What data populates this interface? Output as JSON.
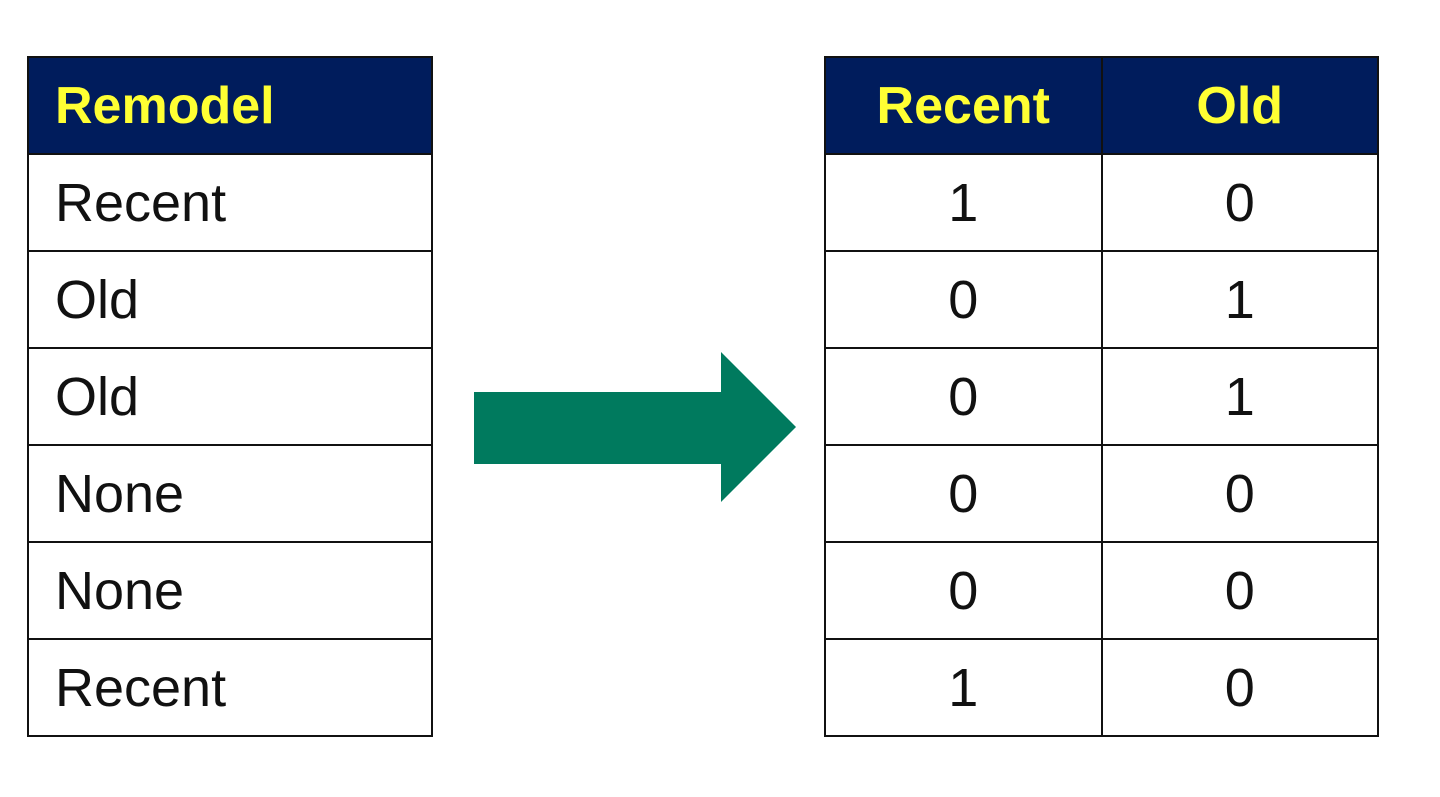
{
  "colors": {
    "header_bg": "#001c5c",
    "header_text": "#ffff33",
    "arrow": "#007a5e",
    "border": "#111111"
  },
  "left_table": {
    "header": "Remodel",
    "rows": [
      "Recent",
      "Old",
      "Old",
      "None",
      "None",
      "Recent"
    ]
  },
  "arrow": {
    "icon": "right-arrow-icon"
  },
  "right_table": {
    "headers": [
      "Recent",
      "Old"
    ],
    "rows": [
      [
        "1",
        "0"
      ],
      [
        "0",
        "1"
      ],
      [
        "0",
        "1"
      ],
      [
        "0",
        "0"
      ],
      [
        "0",
        "0"
      ],
      [
        "1",
        "0"
      ]
    ]
  }
}
